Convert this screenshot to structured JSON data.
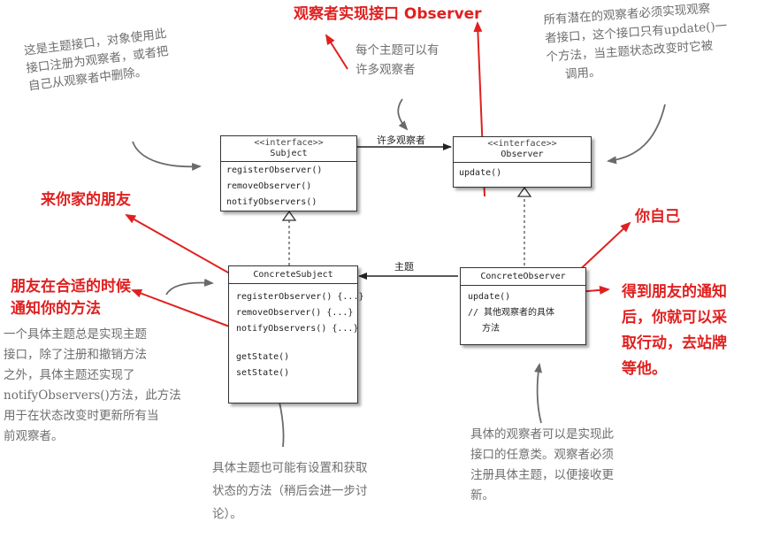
{
  "labels": {
    "observer_interface": "观察者实现接口 Observer",
    "friend": "来你家的朋友",
    "yourself": "你自己",
    "friend_notify_line1": "朋友在合适的时候",
    "friend_notify_line2": "通知你的方法",
    "notified_line1": "得到朋友的通知",
    "notified_line2": "后，你就可以采",
    "notified_line3": "取行动，去站牌",
    "notified_line4": "等他。"
  },
  "notes": {
    "subject_interface": [
      "这是主题接口，对象使用此",
      "接口注册为观察者，或者把",
      "自己从观察者中删除。"
    ],
    "many_observers": [
      "每个主题可以有",
      "许多观察者"
    ],
    "observer_must": [
      "所有潜在的观察者必须实现观察",
      "者接口，这个接口只有update()一",
      "个方法，当主题状态改变时它被",
      "调用。"
    ],
    "concrete_subject": [
      "一个具体主题总是实现主题",
      "接口，除了注册和撤销方法",
      "之外，具体主题还实现了",
      "notifyObservers()方法，此方法",
      "用于在状态改变时更新所有当",
      "前观察者。"
    ],
    "getset": [
      "具体主题也可能有设置和获取",
      "状态的方法（稍后会进一步讨",
      "论）。"
    ],
    "concrete_observer": [
      "具体的观察者可以是实现此",
      "接口的任意类。观察者必须",
      "注册具体主题，以便接收更",
      "新。"
    ]
  },
  "uml": {
    "subject": {
      "stereotype": "<<interface>>",
      "name": "Subject",
      "ops": [
        "registerObserver()",
        "removeObserver()",
        "notifyObservers()"
      ]
    },
    "observer": {
      "stereotype": "<<interface>>",
      "name": "Observer",
      "ops": [
        "update()"
      ]
    },
    "concrete_subject": {
      "name": "ConcreteSubject",
      "ops": [
        "registerObserver() {...}",
        "removeObserver() {...}",
        "notifyObservers() {...}"
      ],
      "ops2": [
        "getState()",
        "setState()"
      ]
    },
    "concrete_observer": {
      "name": "ConcreteObserver",
      "ops": [
        "update()",
        "// 其他观察者的具体",
        "方法"
      ]
    },
    "assoc_many": "许多观察者",
    "assoc_subject": "主题"
  },
  "colors": {
    "annotation_red": "#e02020",
    "note_gray": "#6e6e6e"
  }
}
